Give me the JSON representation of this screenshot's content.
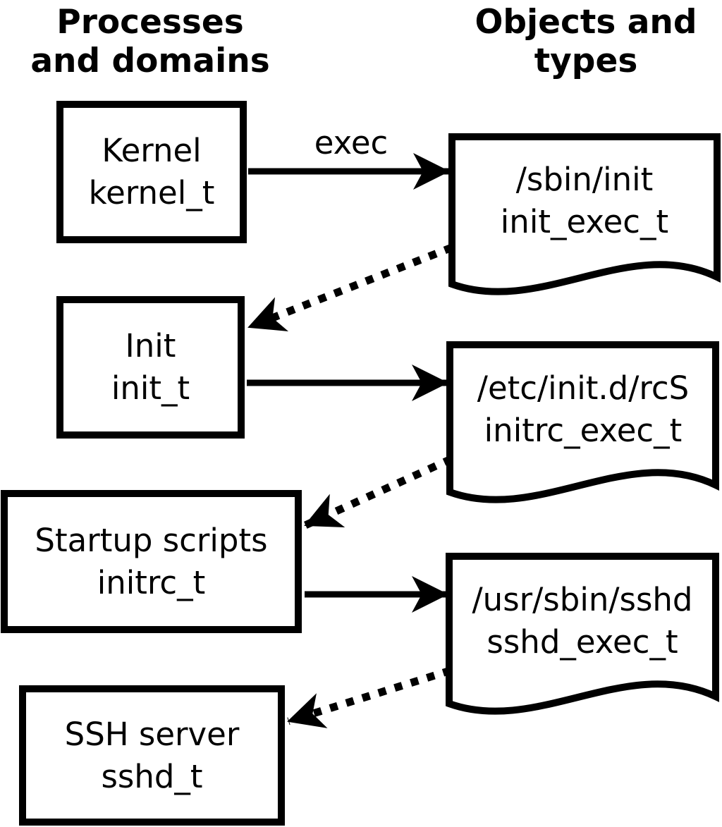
{
  "columns": {
    "left_title": {
      "line1": "Processes",
      "line2": "and domains"
    },
    "right_title": {
      "line1": "Objects and",
      "line2": "types"
    }
  },
  "process_boxes": [
    {
      "name": "Kernel",
      "type": "kernel_t"
    },
    {
      "name": "Init",
      "type": "init_t"
    },
    {
      "name": "Startup scripts",
      "type": "initrc_t"
    },
    {
      "name": "SSH server",
      "type": "sshd_t"
    }
  ],
  "object_docs": [
    {
      "path": "/sbin/init",
      "type": "init_exec_t"
    },
    {
      "path": "/etc/init.d/rcS",
      "type": "initrc_exec_t"
    },
    {
      "path": "/usr/sbin/sshd",
      "type": "sshd_exec_t"
    }
  ],
  "edges": [
    {
      "from": "kernel_t",
      "to": "init_exec_t",
      "style": "solid",
      "label": "exec"
    },
    {
      "from": "init_exec_t",
      "to": "init_t",
      "style": "dotted",
      "label": ""
    },
    {
      "from": "init_t",
      "to": "initrc_exec_t",
      "style": "solid",
      "label": ""
    },
    {
      "from": "initrc_exec_t",
      "to": "initrc_t",
      "style": "dotted",
      "label": ""
    },
    {
      "from": "initrc_t",
      "to": "sshd_exec_t",
      "style": "solid",
      "label": ""
    },
    {
      "from": "sshd_exec_t",
      "to": "sshd_t",
      "style": "dotted",
      "label": ""
    }
  ],
  "colors": {
    "line": "#000000",
    "background": "#ffffff",
    "shape_fill": "#ffffff"
  }
}
